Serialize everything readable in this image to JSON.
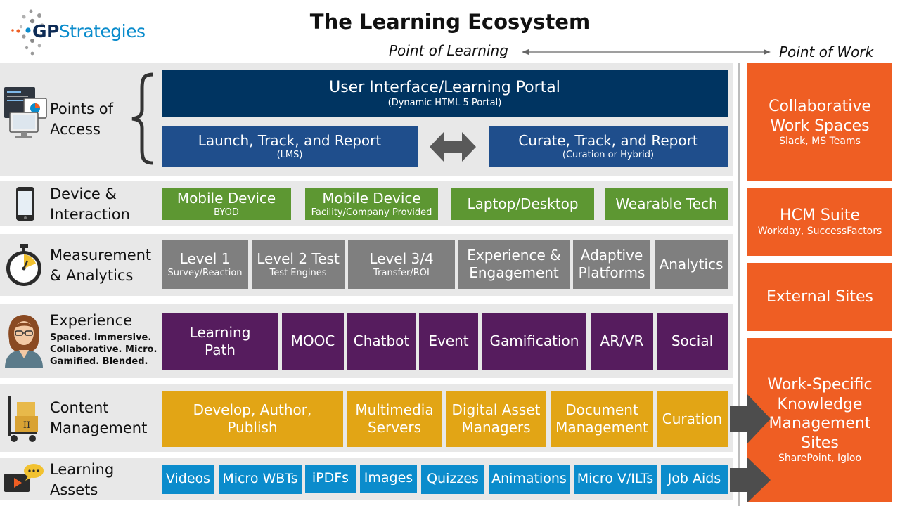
{
  "logo": {
    "text": "GPStrategies",
    "prefix": "GP",
    "rest": "Strategies"
  },
  "title": "The Learning Ecosystem",
  "axis": {
    "left": "Point of Learning",
    "right": "Point of Work"
  },
  "rows": {
    "access": {
      "label_line1": "Points of",
      "label_line2": "Access",
      "portal": {
        "title": "User Interface/Learning Portal",
        "sub": "(Dynamic HTML 5 Portal)"
      },
      "lms": {
        "title": "Launch, Track, and Report",
        "sub": "(LMS)"
      },
      "curate": {
        "title": "Curate, Track, and Report",
        "sub": "(Curation or Hybrid)"
      }
    },
    "device": {
      "label_line1": "Device &",
      "label_line2": "Interaction",
      "items": [
        {
          "title": "Mobile Device",
          "sub": "BYOD"
        },
        {
          "title": "Mobile Device",
          "sub": "Facility/Company Provided"
        },
        {
          "title": "Laptop/Desktop",
          "sub": ""
        },
        {
          "title": "Wearable Tech",
          "sub": ""
        }
      ]
    },
    "measurement": {
      "label_line1": "Measurement",
      "label_line2": "& Analytics",
      "items": [
        {
          "title": "Level 1",
          "sub": "Survey/Reaction"
        },
        {
          "title": "Level 2 Test",
          "sub": "Test Engines"
        },
        {
          "title": "Level 3/4",
          "sub": "Transfer/ROI"
        },
        {
          "title1": "Experience &",
          "title2": "Engagement"
        },
        {
          "title1": "Adaptive",
          "title2": "Platforms"
        },
        {
          "title": "Analytics"
        }
      ]
    },
    "experience": {
      "label": "Experience",
      "sub1": "Spaced. Immersive.",
      "sub2": "Collaborative. Micro.",
      "sub3": "Gamified. Blended.",
      "items": [
        {
          "title1": "Learning",
          "title2": "Path"
        },
        {
          "title": "MOOC"
        },
        {
          "title": "Chatbot"
        },
        {
          "title": "Event"
        },
        {
          "title": "Gamification"
        },
        {
          "title": "AR/VR"
        },
        {
          "title": "Social"
        }
      ]
    },
    "content": {
      "label_line1": "Content",
      "label_line2": "Management",
      "items": [
        {
          "title1": "Develop, Author,",
          "title2": "Publish"
        },
        {
          "title1": "Multimedia",
          "title2": "Servers"
        },
        {
          "title1": "Digital Asset",
          "title2": "Managers"
        },
        {
          "title1": "Document",
          "title2": "Management"
        },
        {
          "title": "Curation"
        }
      ]
    },
    "assets": {
      "label_line1": "Learning",
      "label_line2": "Assets",
      "items": [
        "Videos",
        "Micro WBTs",
        "iPDFs",
        "Images",
        "Quizzes",
        "Animations",
        "Micro V/ILTs",
        "Job Aids"
      ]
    }
  },
  "work": [
    {
      "title1": "Collaborative",
      "title2": "Work Spaces",
      "sub": "Slack, MS Teams"
    },
    {
      "title": "HCM Suite",
      "sub": "Workday, SuccessFactors"
    },
    {
      "title": "External Sites"
    },
    {
      "title1": "Work-Specific",
      "title2": "Knowledge",
      "title3": "Management",
      "title4": "Sites",
      "sub": "SharePoint, Igloo"
    }
  ],
  "colors": {
    "navy": "#003461",
    "blue": "#1f4e8c",
    "green": "#5d9732",
    "grey": "#7f7f7f",
    "purple": "#561c5e",
    "gold": "#e2a515",
    "cyan": "#0b8ccc",
    "orange": "#ef5e23"
  }
}
